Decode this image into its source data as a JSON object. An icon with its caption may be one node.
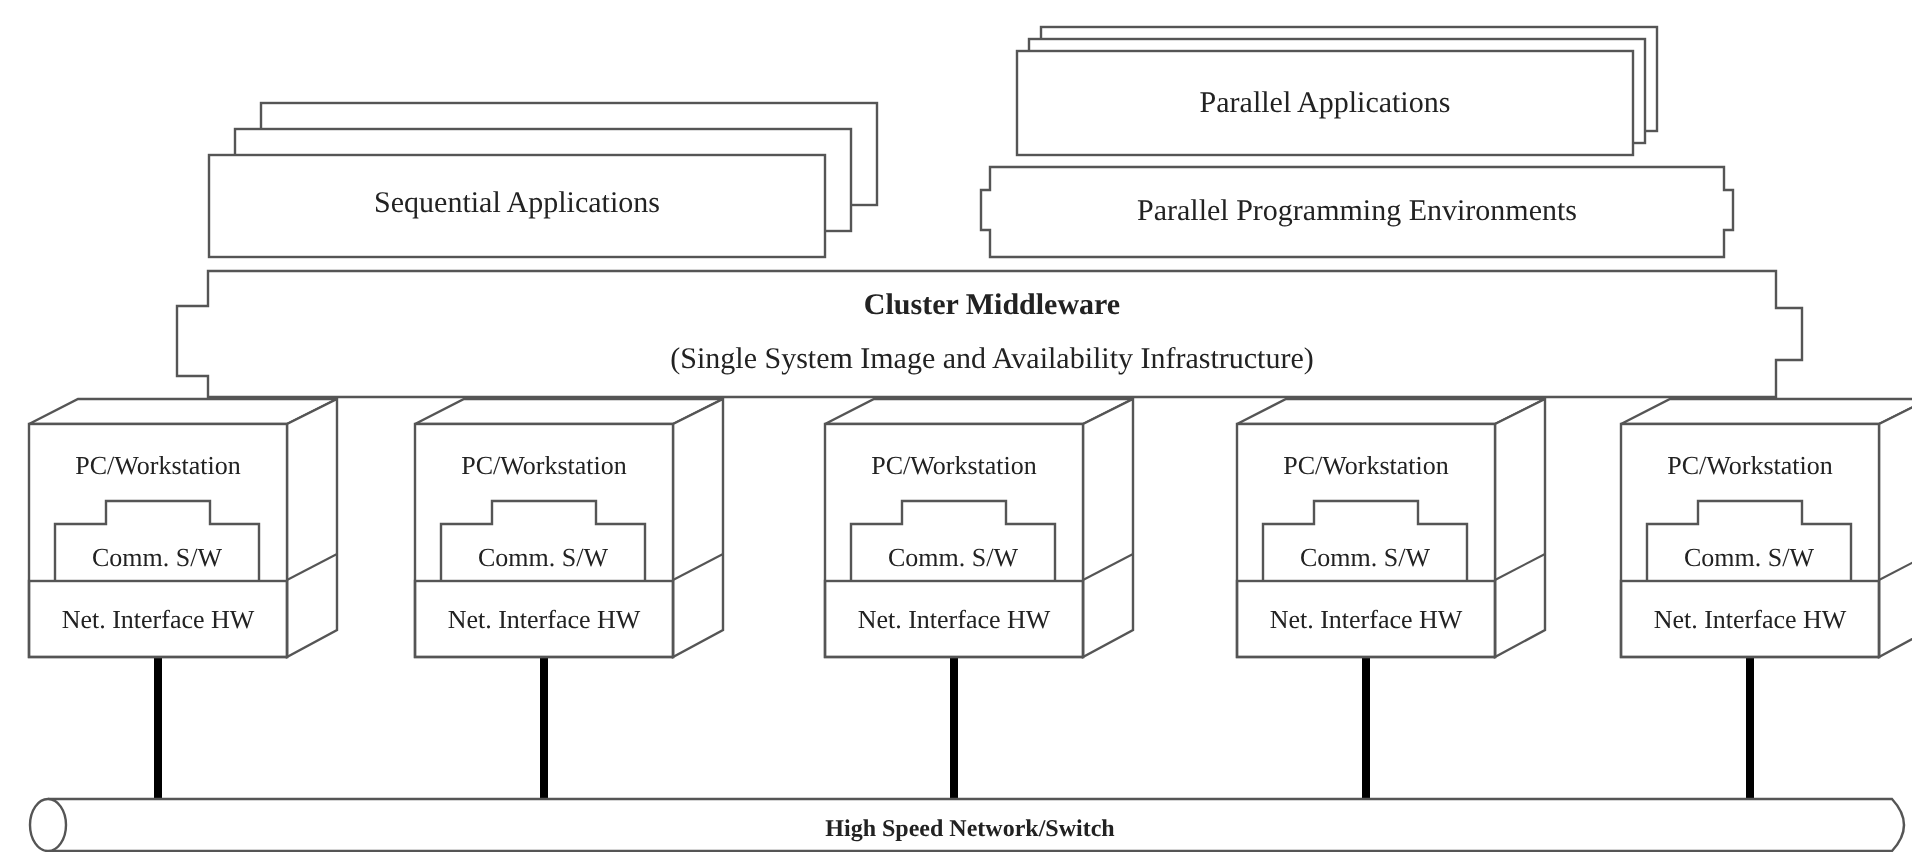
{
  "diagram": {
    "nodes": [
      {
        "text": [
          "Sequential Applications"
        ]
      },
      {
        "text": [
          "Parallel Applications"
        ]
      },
      {
        "text": [
          "Parallel Programming Environments"
        ]
      },
      {
        "text": [
          "Cluster Middleware",
          "(Single System Image and Availability Infrastructure)"
        ]
      },
      {
        "text": [
          "PC/Workstation"
        ]
      },
      {
        "text": [
          "Comm. S/W"
        ],
        "in": 4
      },
      {
        "text": [
          "Net. Interface HW"
        ],
        "in": 4
      },
      {
        "text": [
          "PC/Workstation"
        ]
      },
      {
        "text": [
          "Comm. S/W"
        ],
        "in": 7
      },
      {
        "text": [
          "Net. Interface HW"
        ],
        "in": 7
      },
      {
        "text": [
          "PC/Workstation"
        ]
      },
      {
        "text": [
          "Comm. S/W"
        ],
        "in": 10
      },
      {
        "text": [
          "Net. Interface HW"
        ],
        "in": 10
      },
      {
        "text": [
          "PC/Workstation"
        ]
      },
      {
        "text": [
          "Comm. S/W"
        ],
        "in": 13
      },
      {
        "text": [
          "Net. Interface HW"
        ],
        "in": 13
      },
      {
        "text": [
          "PC/Workstation"
        ]
      },
      {
        "text": [
          "Comm. S/W"
        ],
        "in": 16
      },
      {
        "text": [
          "Net. Interface HW"
        ],
        "in": 16
      },
      {
        "text": [
          "High Speed Network/Switch"
        ]
      }
    ],
    "edges": [
      {
        "from": 6,
        "to": 19,
        "arrow": "none"
      },
      {
        "from": 9,
        "to": 19,
        "arrow": "none"
      },
      {
        "from": 12,
        "to": 19,
        "arrow": "none"
      },
      {
        "from": 15,
        "to": 19,
        "arrow": "none"
      },
      {
        "from": 18,
        "to": 19,
        "arrow": "none"
      }
    ]
  }
}
